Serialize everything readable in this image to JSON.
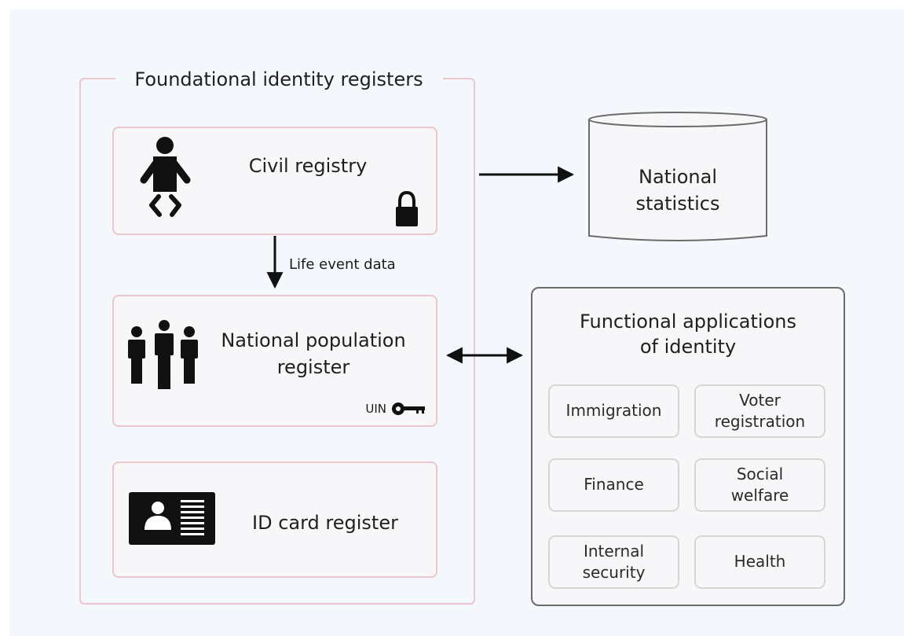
{
  "diagram": {
    "foundational_group": {
      "title": "Foundational identity registers"
    },
    "civil_registry": {
      "label": "Civil registry",
      "icon": "baby-icon",
      "badge_icon": "lock-icon"
    },
    "life_event": {
      "label": "Life event data"
    },
    "population_register": {
      "label_line1": "National population",
      "label_line2": "register",
      "icon": "people-icon",
      "uin_label": "UIN",
      "key_icon": "key-icon"
    },
    "id_card_register": {
      "label": "ID card register",
      "icon": "id-card-icon"
    },
    "national_statistics": {
      "label_line1": "National",
      "label_line2": "statistics",
      "shape": "cylinder"
    },
    "functional": {
      "title_line1": "Functional applications",
      "title_line2": "of identity",
      "items": [
        {
          "line1": "Immigration",
          "line2": ""
        },
        {
          "line1": "Voter",
          "line2": "registration"
        },
        {
          "line1": "Finance",
          "line2": ""
        },
        {
          "line1": "Social",
          "line2": "welfare"
        },
        {
          "line1": "Internal",
          "line2": "security"
        },
        {
          "line1": "Health",
          "line2": ""
        }
      ]
    },
    "colors": {
      "background": "#f4f7fb",
      "pink_border": "#e9c7cd",
      "grey_border": "#6b6b6b",
      "icon": "#111111"
    }
  }
}
